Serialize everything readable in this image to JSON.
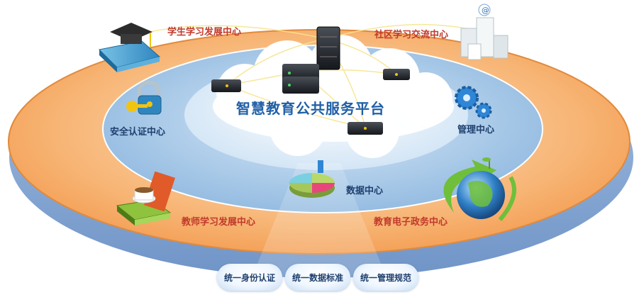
{
  "title": "智慧教育公共服务平台",
  "outer_ring": {
    "student": "学生学习发展中心",
    "community": "社区学习交流中心",
    "teacher": "教师学习发展中心",
    "egov": "教育电子政务中心"
  },
  "inner_ring": {
    "security": "安全认证中心",
    "management": "管理中心",
    "data": "数据中心"
  },
  "standards": [
    "统一身份认证",
    "统一数据标准",
    "统一管理规范"
  ],
  "colors": {
    "outer_ring": "#f6a45a",
    "inner_ring": "#9dc3e6",
    "center": "#eaf4fd",
    "outer_label": "#c0392b",
    "inner_label": "#1f3f6e",
    "title": "#1f5fa8"
  }
}
